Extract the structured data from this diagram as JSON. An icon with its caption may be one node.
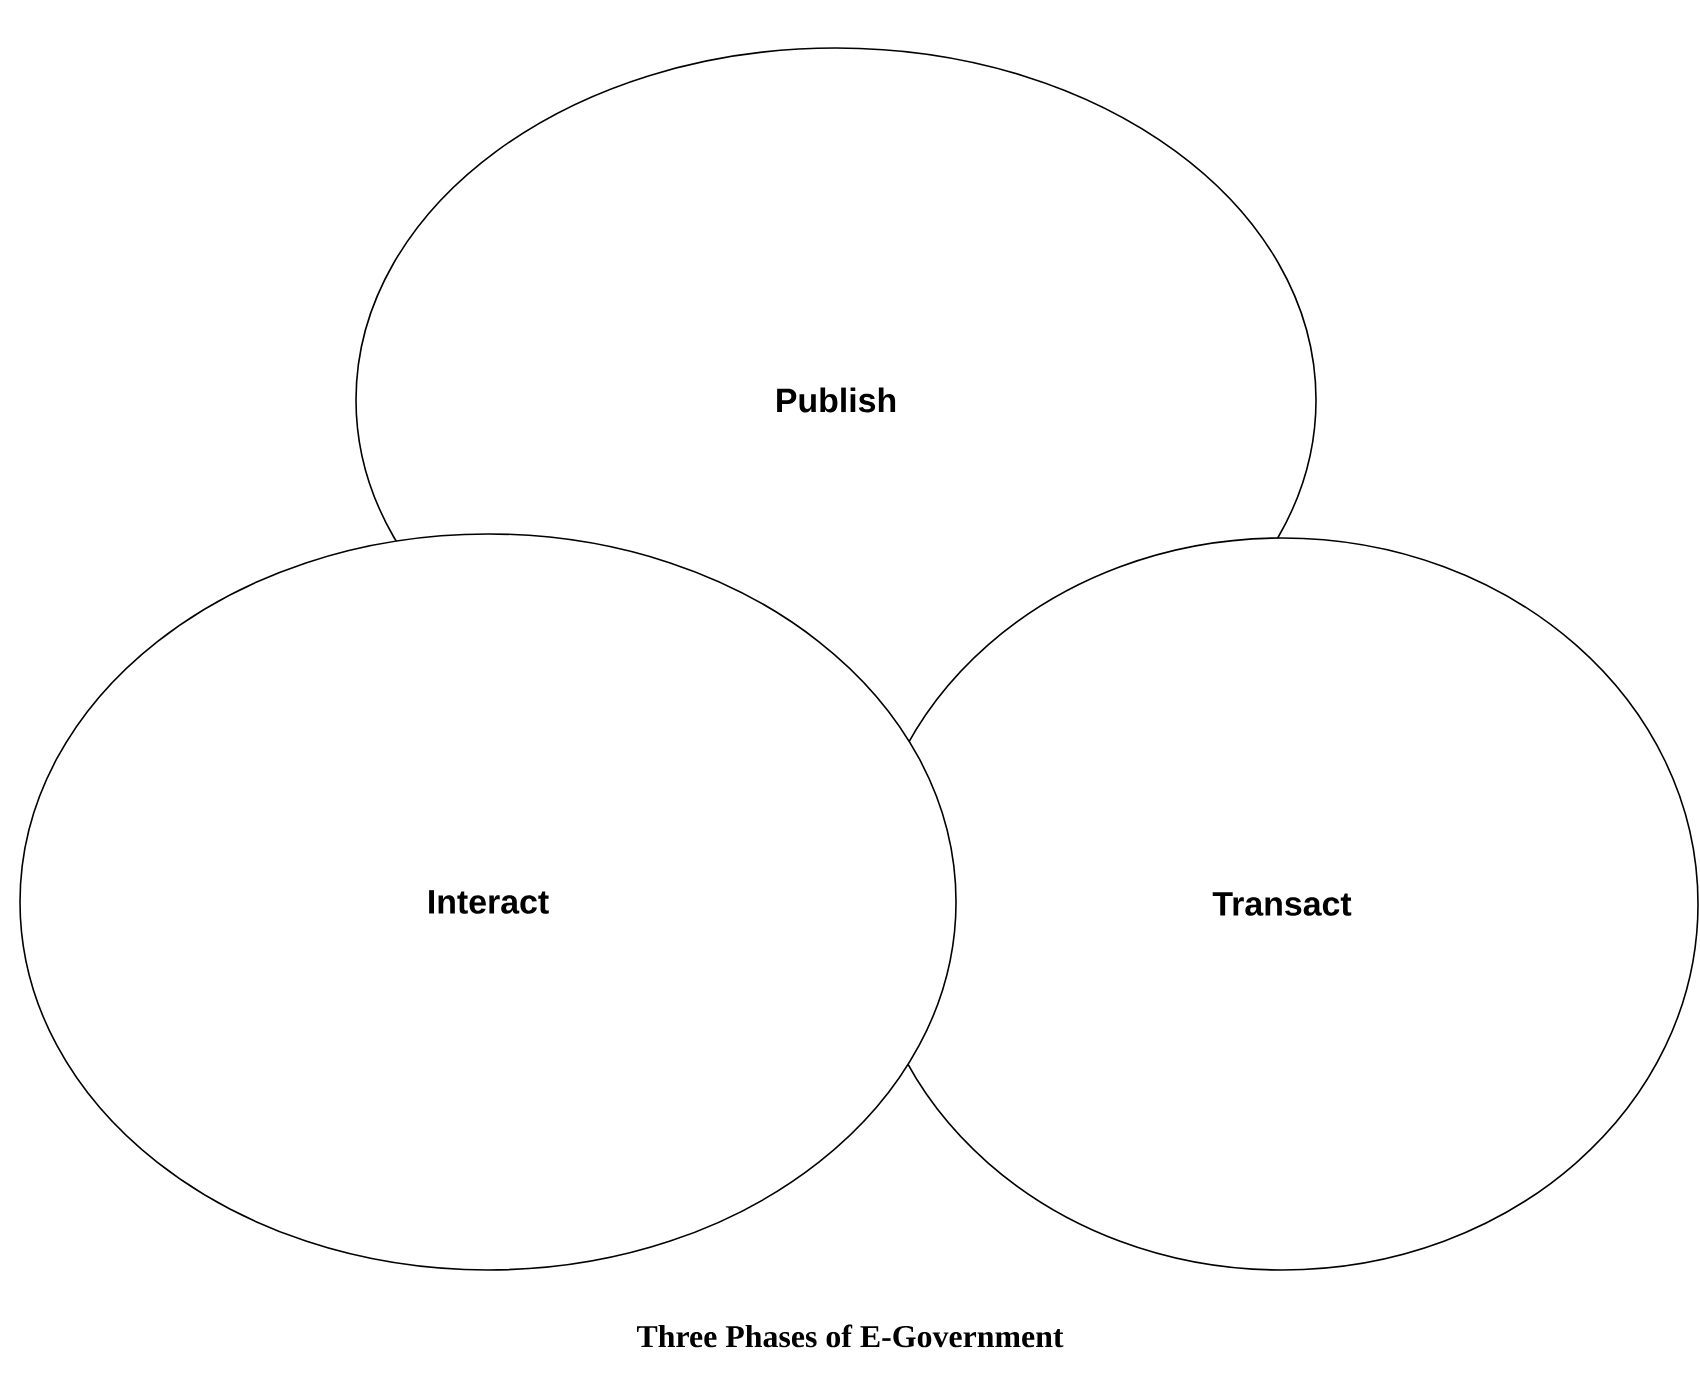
{
  "diagram": {
    "caption": "Three Phases of E-Government",
    "nodes": [
      {
        "text": [
          "Publish"
        ]
      },
      {
        "text": [
          "Interact"
        ]
      },
      {
        "text": [
          "Transact"
        ]
      }
    ]
  }
}
